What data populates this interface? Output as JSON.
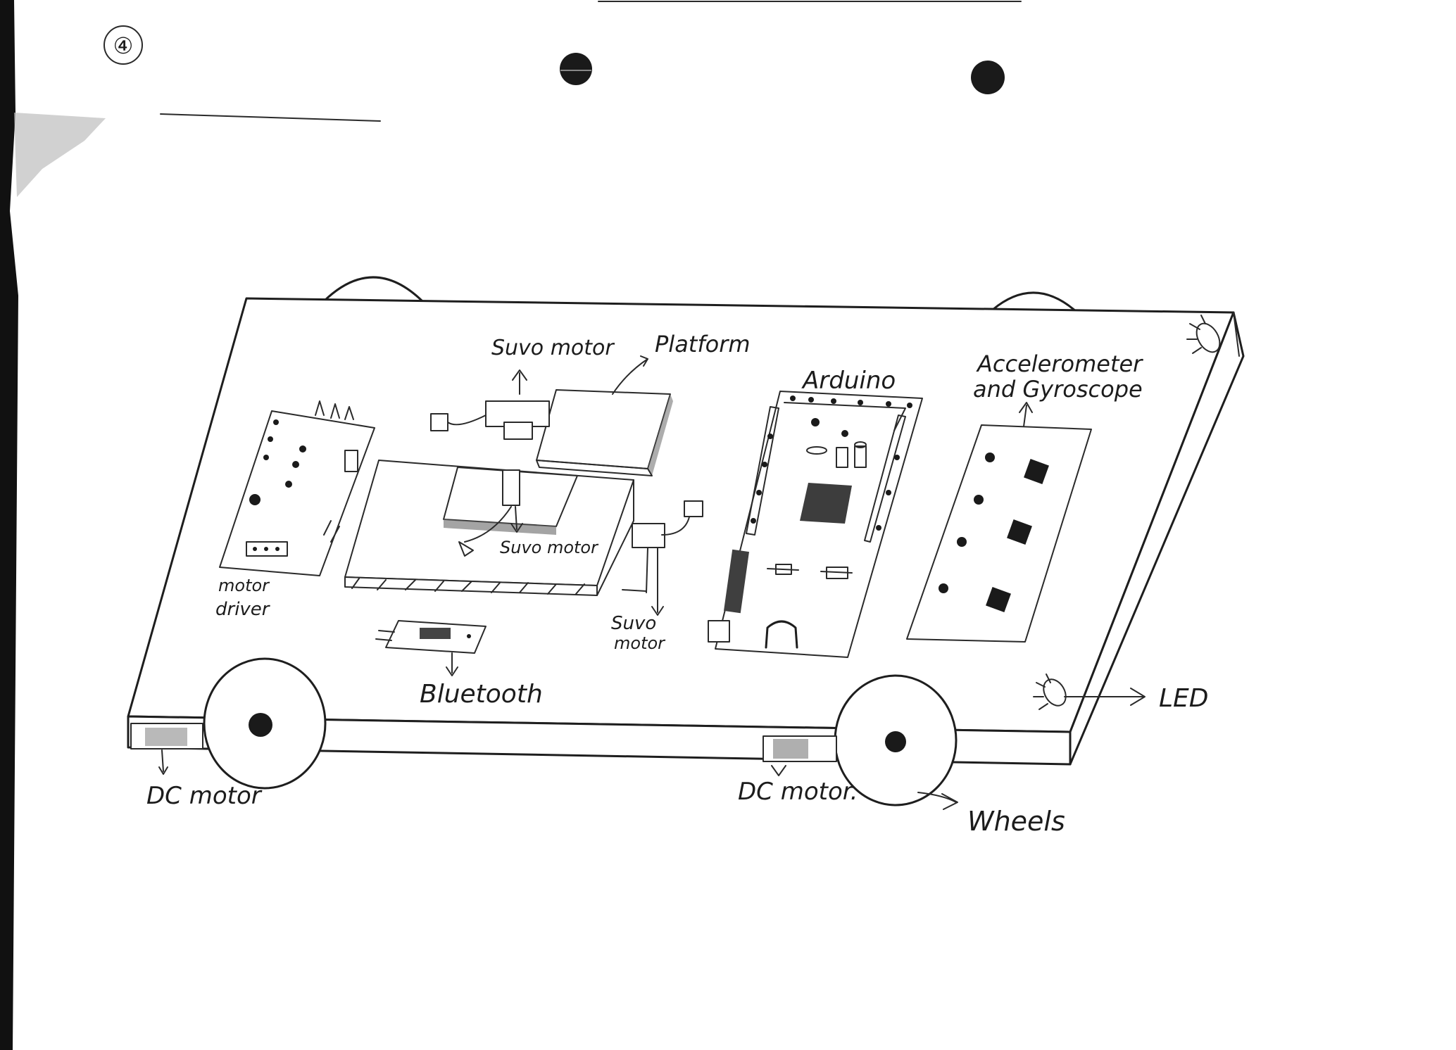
{
  "page": {
    "corner_mark": "④"
  },
  "labels": {
    "servo_motor_top": "Suvo motor",
    "platform": "Platform",
    "arduino": "Arduino",
    "accelerometer_line1": "Accelerometer",
    "accelerometer_line2": "and Gyroscope",
    "motor_driver_line1": "motor",
    "motor_driver_line2": "driver",
    "servo_motor_middle": "Suvo motor",
    "servo_motor_right_line1": "Suvo",
    "servo_motor_right_line2": "motor",
    "bluetooth": "Bluetooth",
    "led": "LED",
    "dc_motor_left": "DC motor",
    "dc_motor_right": "DC motor.",
    "wheels": "Wheels"
  }
}
